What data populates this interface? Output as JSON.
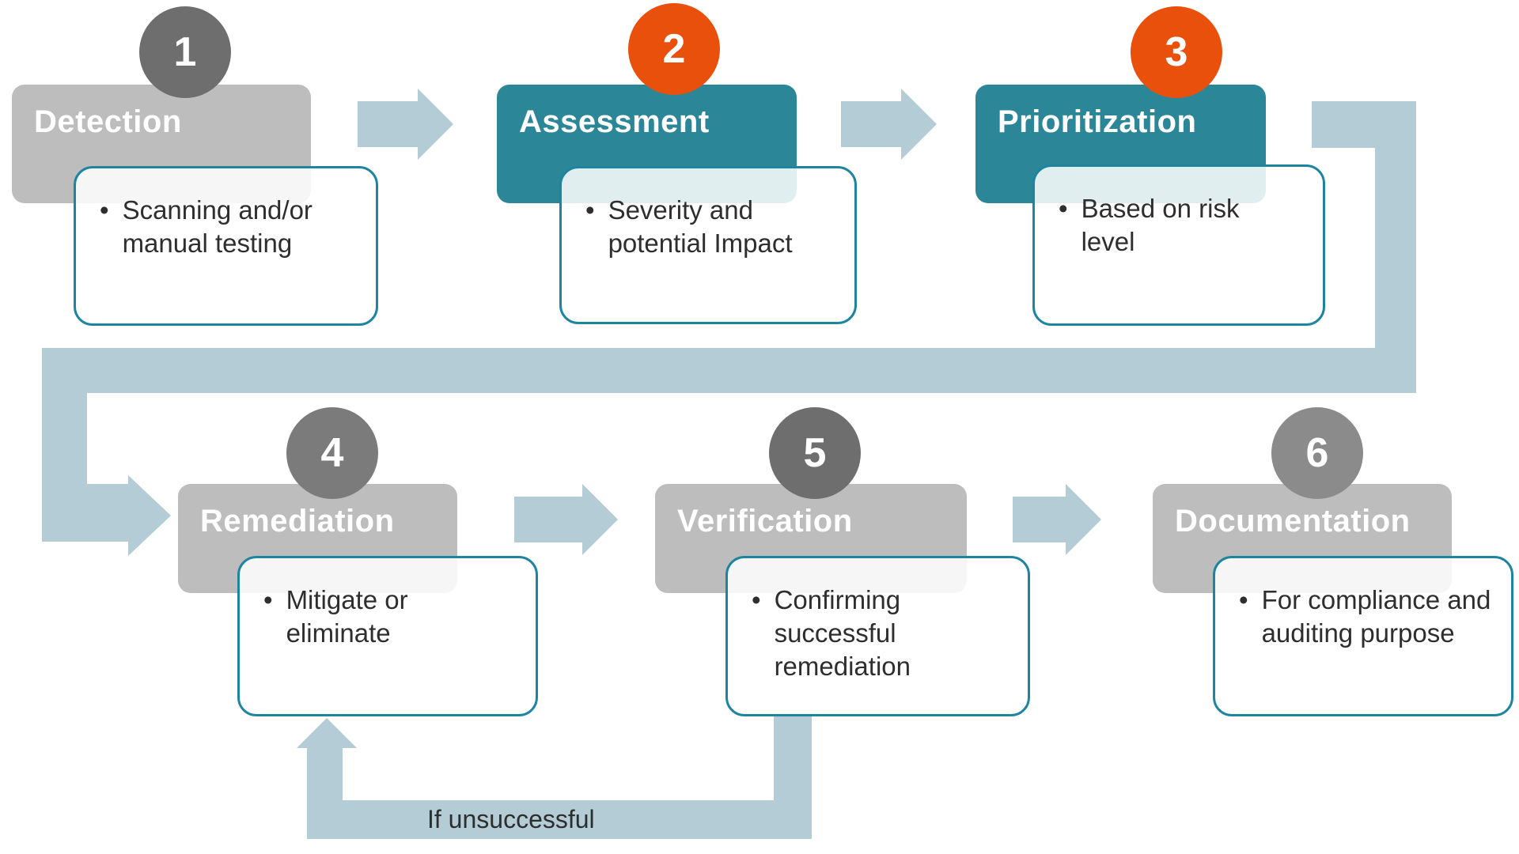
{
  "colors": {
    "teal": "#2B8798",
    "gray_header": "#BDBDBD",
    "orange": "#E8500C",
    "band": "#B3CCD5",
    "card_border": "#1D85A0",
    "ink": "#2E2E2E",
    "circle_gray_dark": "#6E6E6E",
    "circle_gray_mid": "#7B7B7B",
    "circle_gray_light": "#8B8B8B",
    "title_text": "#FFFFFF"
  },
  "steps": [
    {
      "number": "1",
      "title": "Detection",
      "bullet_marker": "•",
      "bullet_text": "Scanning and/or manual testing",
      "header_color_key": "gray_header",
      "badge_color_key": "circle_gray_dark"
    },
    {
      "number": "2",
      "title": "Assessment",
      "bullet_marker": "•",
      "bullet_text": "Severity and potential Impact",
      "header_color_key": "teal",
      "badge_color_key": "orange"
    },
    {
      "number": "3",
      "title": "Prioritization",
      "bullet_marker": "•",
      "bullet_text": "Based on risk level",
      "header_color_key": "teal",
      "badge_color_key": "orange"
    },
    {
      "number": "4",
      "title": "Remediation",
      "bullet_marker": "•",
      "bullet_text": "Mitigate or eliminate",
      "header_color_key": "gray_header",
      "badge_color_key": "circle_gray_mid"
    },
    {
      "number": "5",
      "title": "Verification",
      "bullet_marker": "•",
      "bullet_text": "Confirming successful remediation",
      "header_color_key": "gray_header",
      "badge_color_key": "circle_gray_dark"
    },
    {
      "number": "6",
      "title": "Documentation",
      "bullet_marker": "•",
      "bullet_text": "For compliance and auditing purpose",
      "header_color_key": "gray_header",
      "badge_color_key": "circle_gray_light"
    }
  ],
  "loop": {
    "label": "If unsuccessful"
  }
}
